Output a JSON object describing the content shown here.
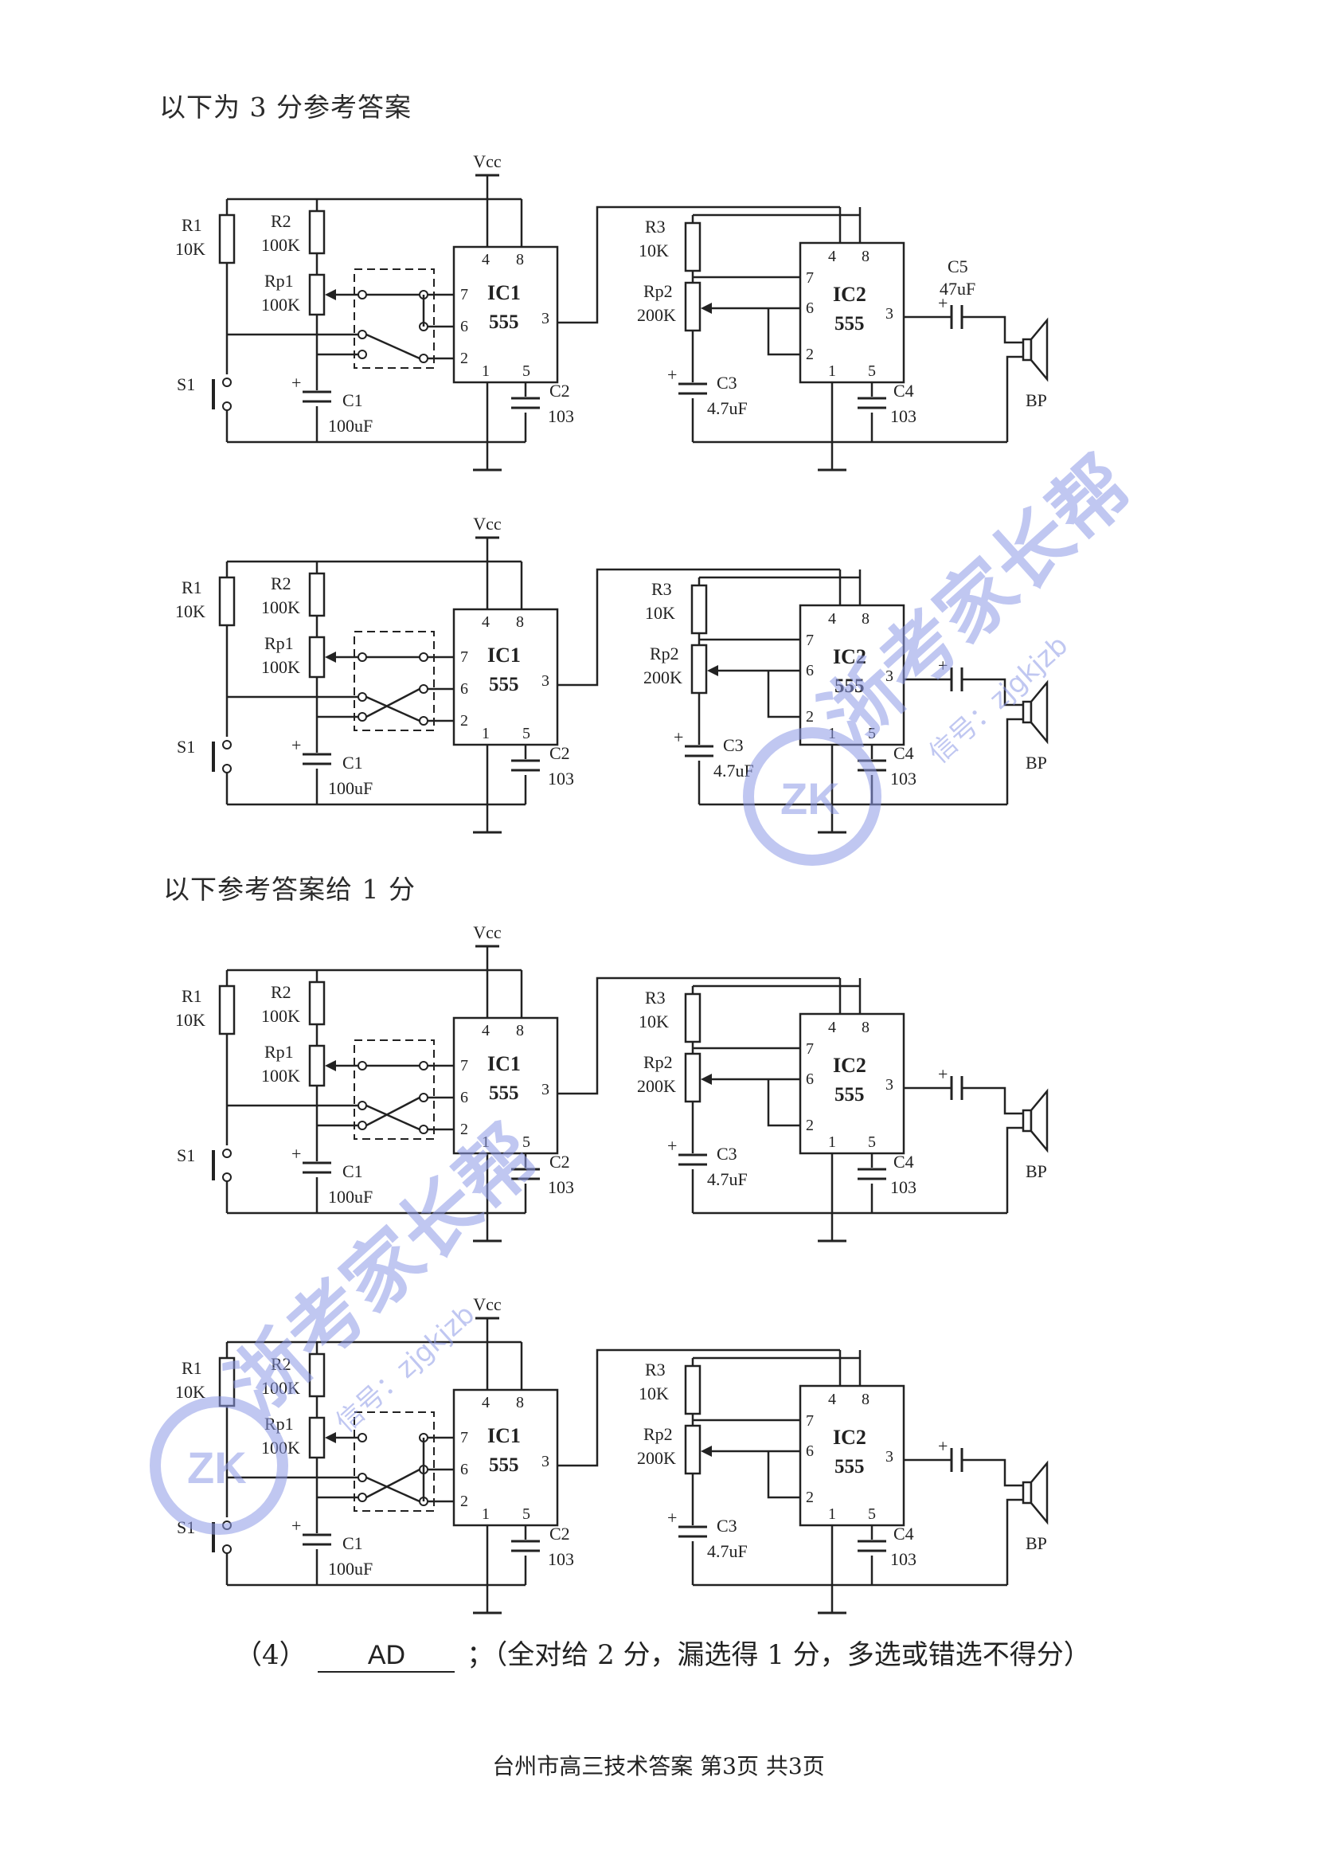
{
  "headings": {
    "three_point": "以下为 3 分参考答案",
    "one_point": "以下参考答案给 1 分"
  },
  "circuit_labels": {
    "vcc": "Vcc",
    "r1": "R1",
    "r1_val": "10K",
    "r2": "R2",
    "r2_val": "100K",
    "rp1": "Rp1",
    "rp1_val": "100K",
    "c1": "C1",
    "c1_val": "100uF",
    "s1": "S1",
    "ic1": "IC1",
    "ic2": "IC2",
    "chip": "555",
    "c2": "C2",
    "c2_val": "103",
    "r3": "R3",
    "r3_val": "10K",
    "rp2": "Rp2",
    "rp2_val": "200K",
    "c3": "C3",
    "c3_val": "4.7uF",
    "c4": "C4",
    "c4_val": "103",
    "c5": "C5",
    "c5_val": "47uF",
    "bp": "BP",
    "pins": [
      "4",
      "8",
      "7",
      "6",
      "2",
      "3",
      "1",
      "5"
    ]
  },
  "answer": {
    "prefix": "（4）",
    "value": "AD",
    "suffix": "；（全对给 2 分，漏选得 1 分，多选或错选不得分）"
  },
  "footer": "台州市高三技术答案  第3页  共3页",
  "watermark": {
    "text": "浙考家长帮",
    "sub": "信号：zjgkjzb",
    "logo": "ZK",
    "color": "#8d99e6"
  }
}
